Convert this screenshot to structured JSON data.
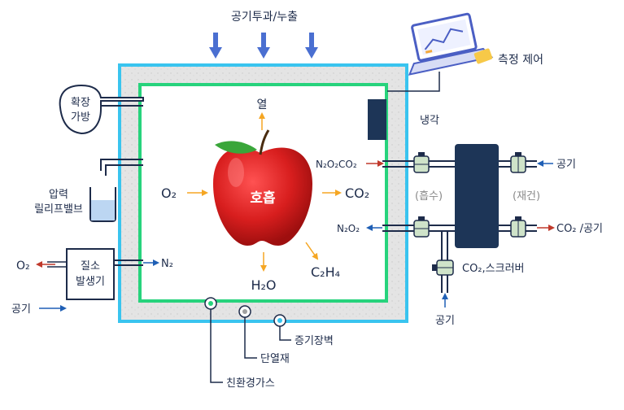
{
  "labels": {
    "air_exchange": "공기투과/누출",
    "measure_control": "측정 제어",
    "expansion_bag_line1": "확장",
    "expansion_bag_line2": "가방",
    "pressure_valve_line1": "압력",
    "pressure_valve_line2": "릴리프밸브",
    "nitrogen_gen_line1": "질소",
    "nitrogen_gen_line2": "발생기",
    "o2_out": "O₂",
    "n2_out": "N₂",
    "air_in_left": "공기",
    "heat": "열",
    "respiration": "호흡",
    "o2_in": "O₂",
    "co2_out": "CO₂",
    "h2o_out": "H₂O",
    "c2h4_out": "C₂H₄",
    "cooling": "냉각",
    "n2o2co2_in": "N₂O₂CO₂",
    "n2o2_out": "N₂O₂",
    "absorb": "(흡수)",
    "regen": "(재건)",
    "air_right": "공기",
    "co2_air_out": "CO₂ /공기",
    "co2_scrubber": "CO₂,스크러버",
    "air_bottom": "공기",
    "vapor_barrier": "증기장벽",
    "insulation": "단열재",
    "eco_gas": "친환경가스"
  },
  "colors": {
    "outer_wall": "#39c4ef",
    "inner_wall": "#27d37c",
    "insulation_fill": "#e6e6e6",
    "navy": "#1d3557",
    "arrow_blue": "#1f5fb5",
    "arrow_orange": "#f5a623",
    "arrow_red": "#c0392b",
    "apple_red": "#d81e1e",
    "valve_green": "#cfe3c9"
  }
}
